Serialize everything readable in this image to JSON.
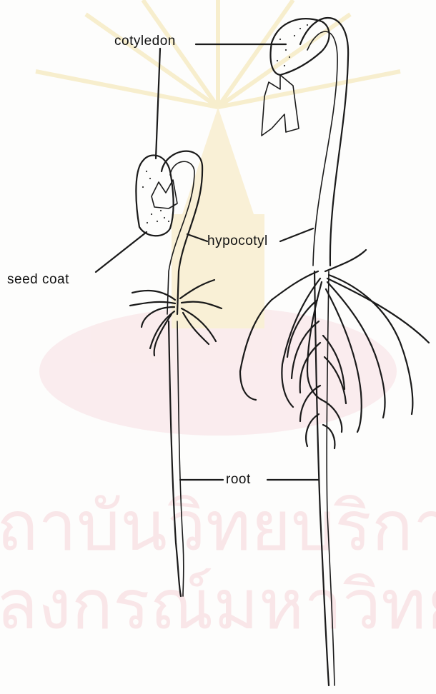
{
  "labels": {
    "cotyledon": "cotyledon",
    "hypocotyl": "hypocotyl",
    "seed_coat": "seed coat",
    "root": "root"
  },
  "colors": {
    "ink": "#1a1a1a",
    "watermark_pink": "#f2c9cc",
    "watermark_gold": "#f3e2a8"
  }
}
